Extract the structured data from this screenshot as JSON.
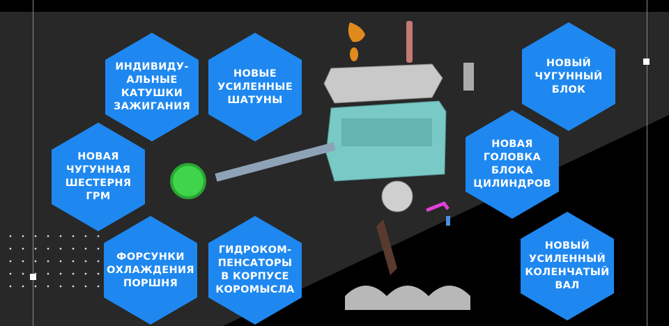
{
  "features": [
    {
      "id": "coils",
      "label": "ИНДИВИДУ-\nАЛЬНЫЕ\nКАТУШКИ\nЗАЖИГАНИЯ"
    },
    {
      "id": "rods",
      "label": "НОВЫЕ\nУСИЛЕННЫЕ\nШАТУНЫ"
    },
    {
      "id": "block",
      "label": "НОВЫЙ\nЧУГУННЫЙ\nБЛОК"
    },
    {
      "id": "gear",
      "label": "НОВАЯ\nЧУГУННАЯ\nШЕСТЕРНЯ\nГРМ"
    },
    {
      "id": "head",
      "label": "НОВАЯ\nГОЛОВКА\nБЛОКА\nЦИЛИНДРОВ"
    },
    {
      "id": "nozzles",
      "label": "ФОРСУНКИ\nОХЛАЖДЕНИЯ\nПОРШНЯ"
    },
    {
      "id": "lifters",
      "label": "ГИДРОКОМ-\nПЕНСАТОРЫ\nВ КОРПУСЕ\nКОРОМЫСЛА"
    },
    {
      "id": "crank",
      "label": "НОВЫЙ\nУСИЛЕННЫЙ\nКОЛЕНЧАТЫЙ\nВАЛ"
    }
  ],
  "colors": {
    "hex": "#1e88f0",
    "background": "#282828"
  }
}
